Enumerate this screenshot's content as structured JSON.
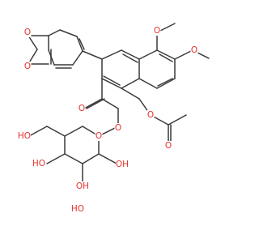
{
  "molecule": {
    "colors": {
      "bond": "#3a3a3a",
      "oxygen": "#e8322d",
      "background": "#ffffff"
    },
    "atoms": [
      {
        "id": "o_dioxole_top",
        "element": "O",
        "label": "O"
      },
      {
        "id": "o_dioxole_bottom",
        "element": "O",
        "label": "O"
      },
      {
        "id": "o_methoxy_upper",
        "element": "O",
        "label": "O"
      },
      {
        "id": "o_methoxy_lower",
        "element": "O",
        "label": "O"
      },
      {
        "id": "o_carbonyl",
        "element": "O",
        "label": "O"
      },
      {
        "id": "o_ester",
        "element": "O",
        "label": "O"
      },
      {
        "id": "o_acetyl_ester",
        "element": "O",
        "label": "O"
      },
      {
        "id": "o_acetyl_carbonyl",
        "element": "O",
        "label": "O"
      },
      {
        "id": "o_ring",
        "element": "O",
        "label": "O"
      },
      {
        "id": "oh_primary",
        "element": "O",
        "label": "HO"
      },
      {
        "id": "oh_c2",
        "element": "O",
        "label": "OH"
      },
      {
        "id": "oh_c3",
        "element": "O",
        "label": "OH"
      },
      {
        "id": "oh_c4",
        "element": "O",
        "label": "HO"
      },
      {
        "id": "oh_c3b",
        "element": "O",
        "label": "HO"
      }
    ]
  }
}
